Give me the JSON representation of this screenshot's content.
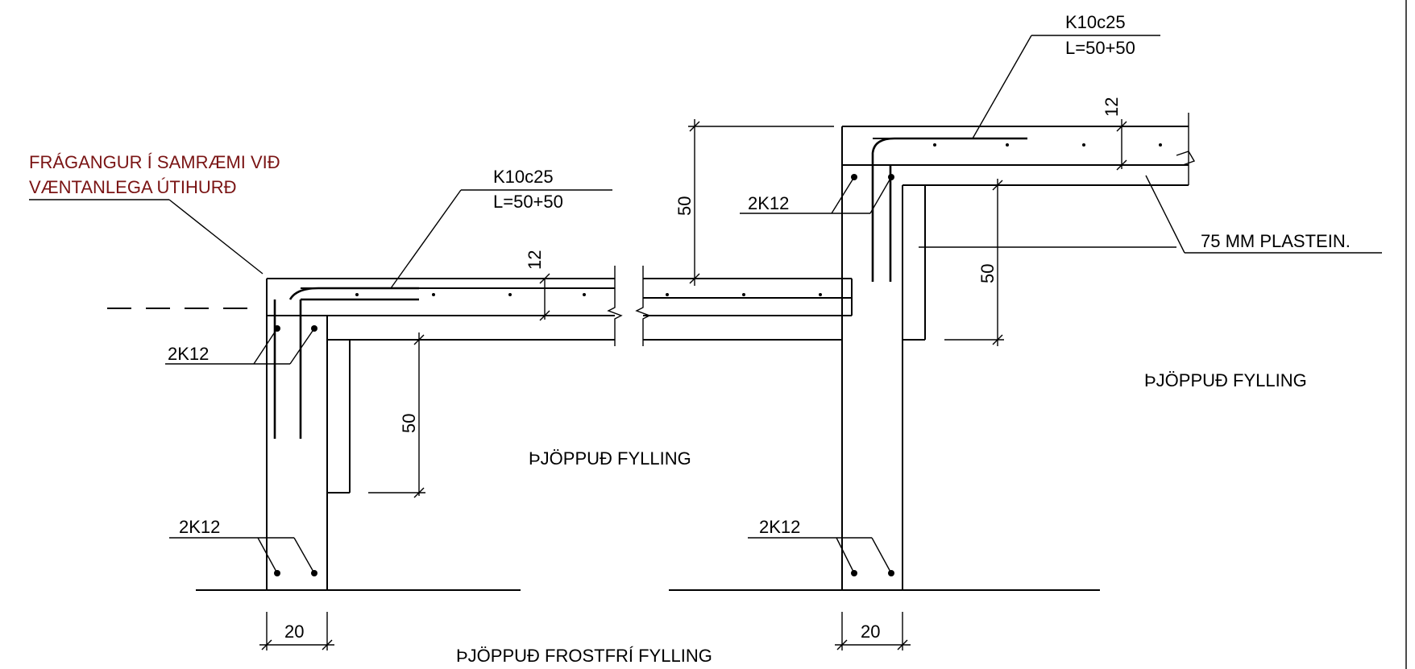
{
  "labels": {
    "finishing_note_line1": "FRÁGANGUR Í SAMRÆMI VIÐ",
    "finishing_note_line2": "VÆNTANLEGA ÚTIHURÐ",
    "rebar_left_slab": "K10c25",
    "rebar_left_slab_length": "L=50+50",
    "rebar_right_slab": "K10c25",
    "rebar_right_slab_length": "L=50+50",
    "bars_left_top": "2K12",
    "bars_left_bottom": "2K12",
    "bars_right_top": "2K12",
    "bars_right_bottom": "2K12",
    "insulation": "75 MM PLASTEIN.",
    "fill_left": "ÞJÖPPUÐ FYLLING",
    "fill_right": "ÞJÖPPUÐ FYLLING",
    "fill_frostfree": "ÞJÖPPUÐ FROSTFRÍ FYLLING"
  },
  "dimensions": {
    "left_slab_thickness": "12",
    "left_insulation_depth": "50",
    "left_wall_width": "20",
    "step_height": "50",
    "right_slab_thickness": "12",
    "right_insulation_depth": "50",
    "right_wall_width": "20"
  },
  "colors": {
    "line": "#000000",
    "annotation_red": "#7a1414",
    "background": "#ffffff"
  }
}
